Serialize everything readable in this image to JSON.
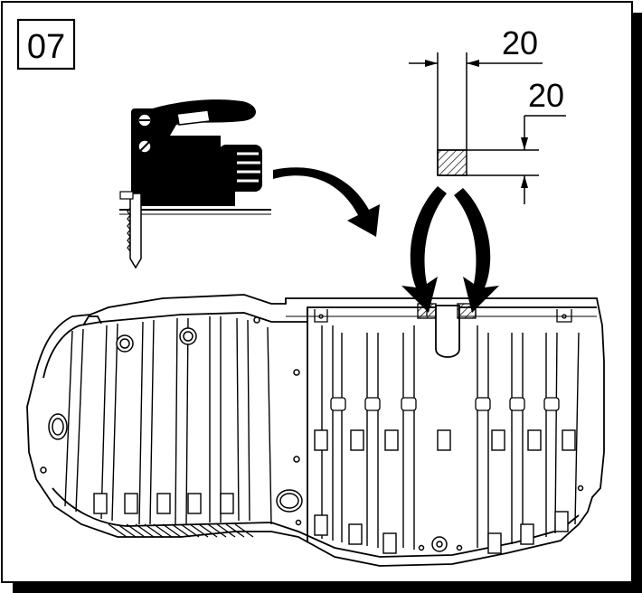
{
  "step": {
    "number": "07"
  },
  "dimensions": {
    "width_mm": "20",
    "height_mm": "20"
  },
  "icons": {
    "tool": "jigsaw-icon",
    "curved_arrow": "curved-arrow-icon",
    "cut_arrows": "down-arrow-icon"
  },
  "colors": {
    "ink": "#000000",
    "paper": "#ffffff",
    "hatch": "#000000"
  }
}
